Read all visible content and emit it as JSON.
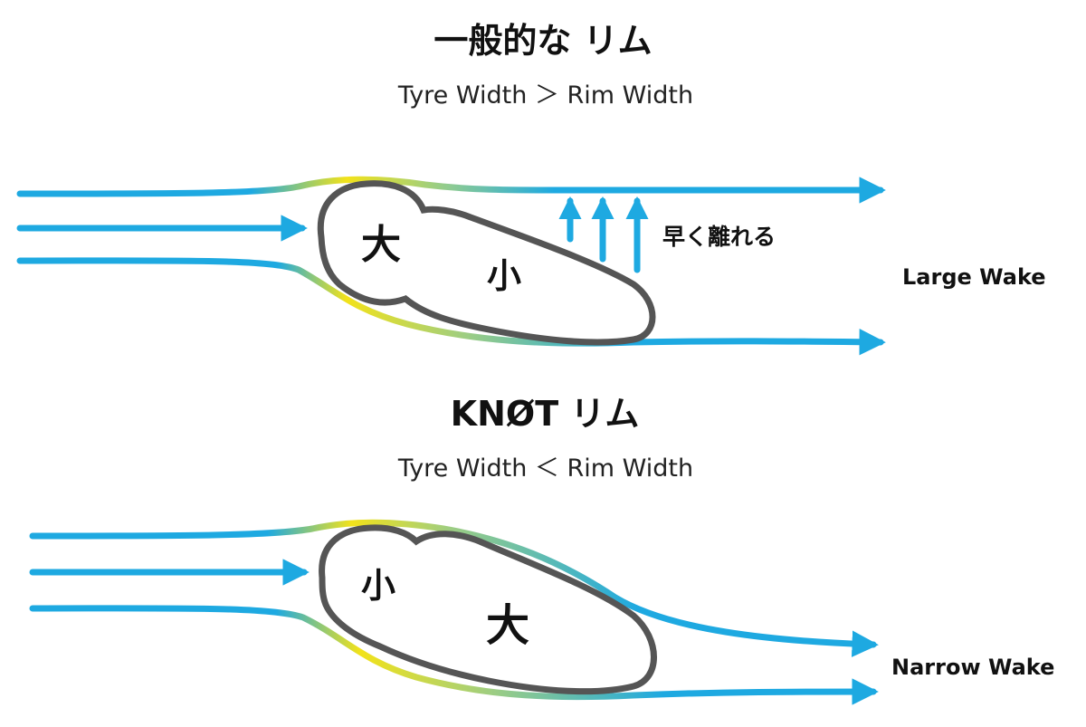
{
  "colors": {
    "flow": "#1ea9e1",
    "flow_mid": "#7ec7a0",
    "flow_hot": "#f2e21a",
    "outline": "#555555",
    "text": "#111111"
  },
  "sections": [
    {
      "title": "一般的な リム",
      "subtitle": "Tyre Width ＞ Rim Width",
      "front_label": "大",
      "rear_label": "小",
      "annotation": "早く離れる",
      "wake_label": "Large Wake"
    },
    {
      "title": "KNØT リム",
      "subtitle": "Tyre Width ＜ Rim Width",
      "front_label": "小",
      "rear_label": "大",
      "wake_label": "Narrow Wake"
    }
  ]
}
